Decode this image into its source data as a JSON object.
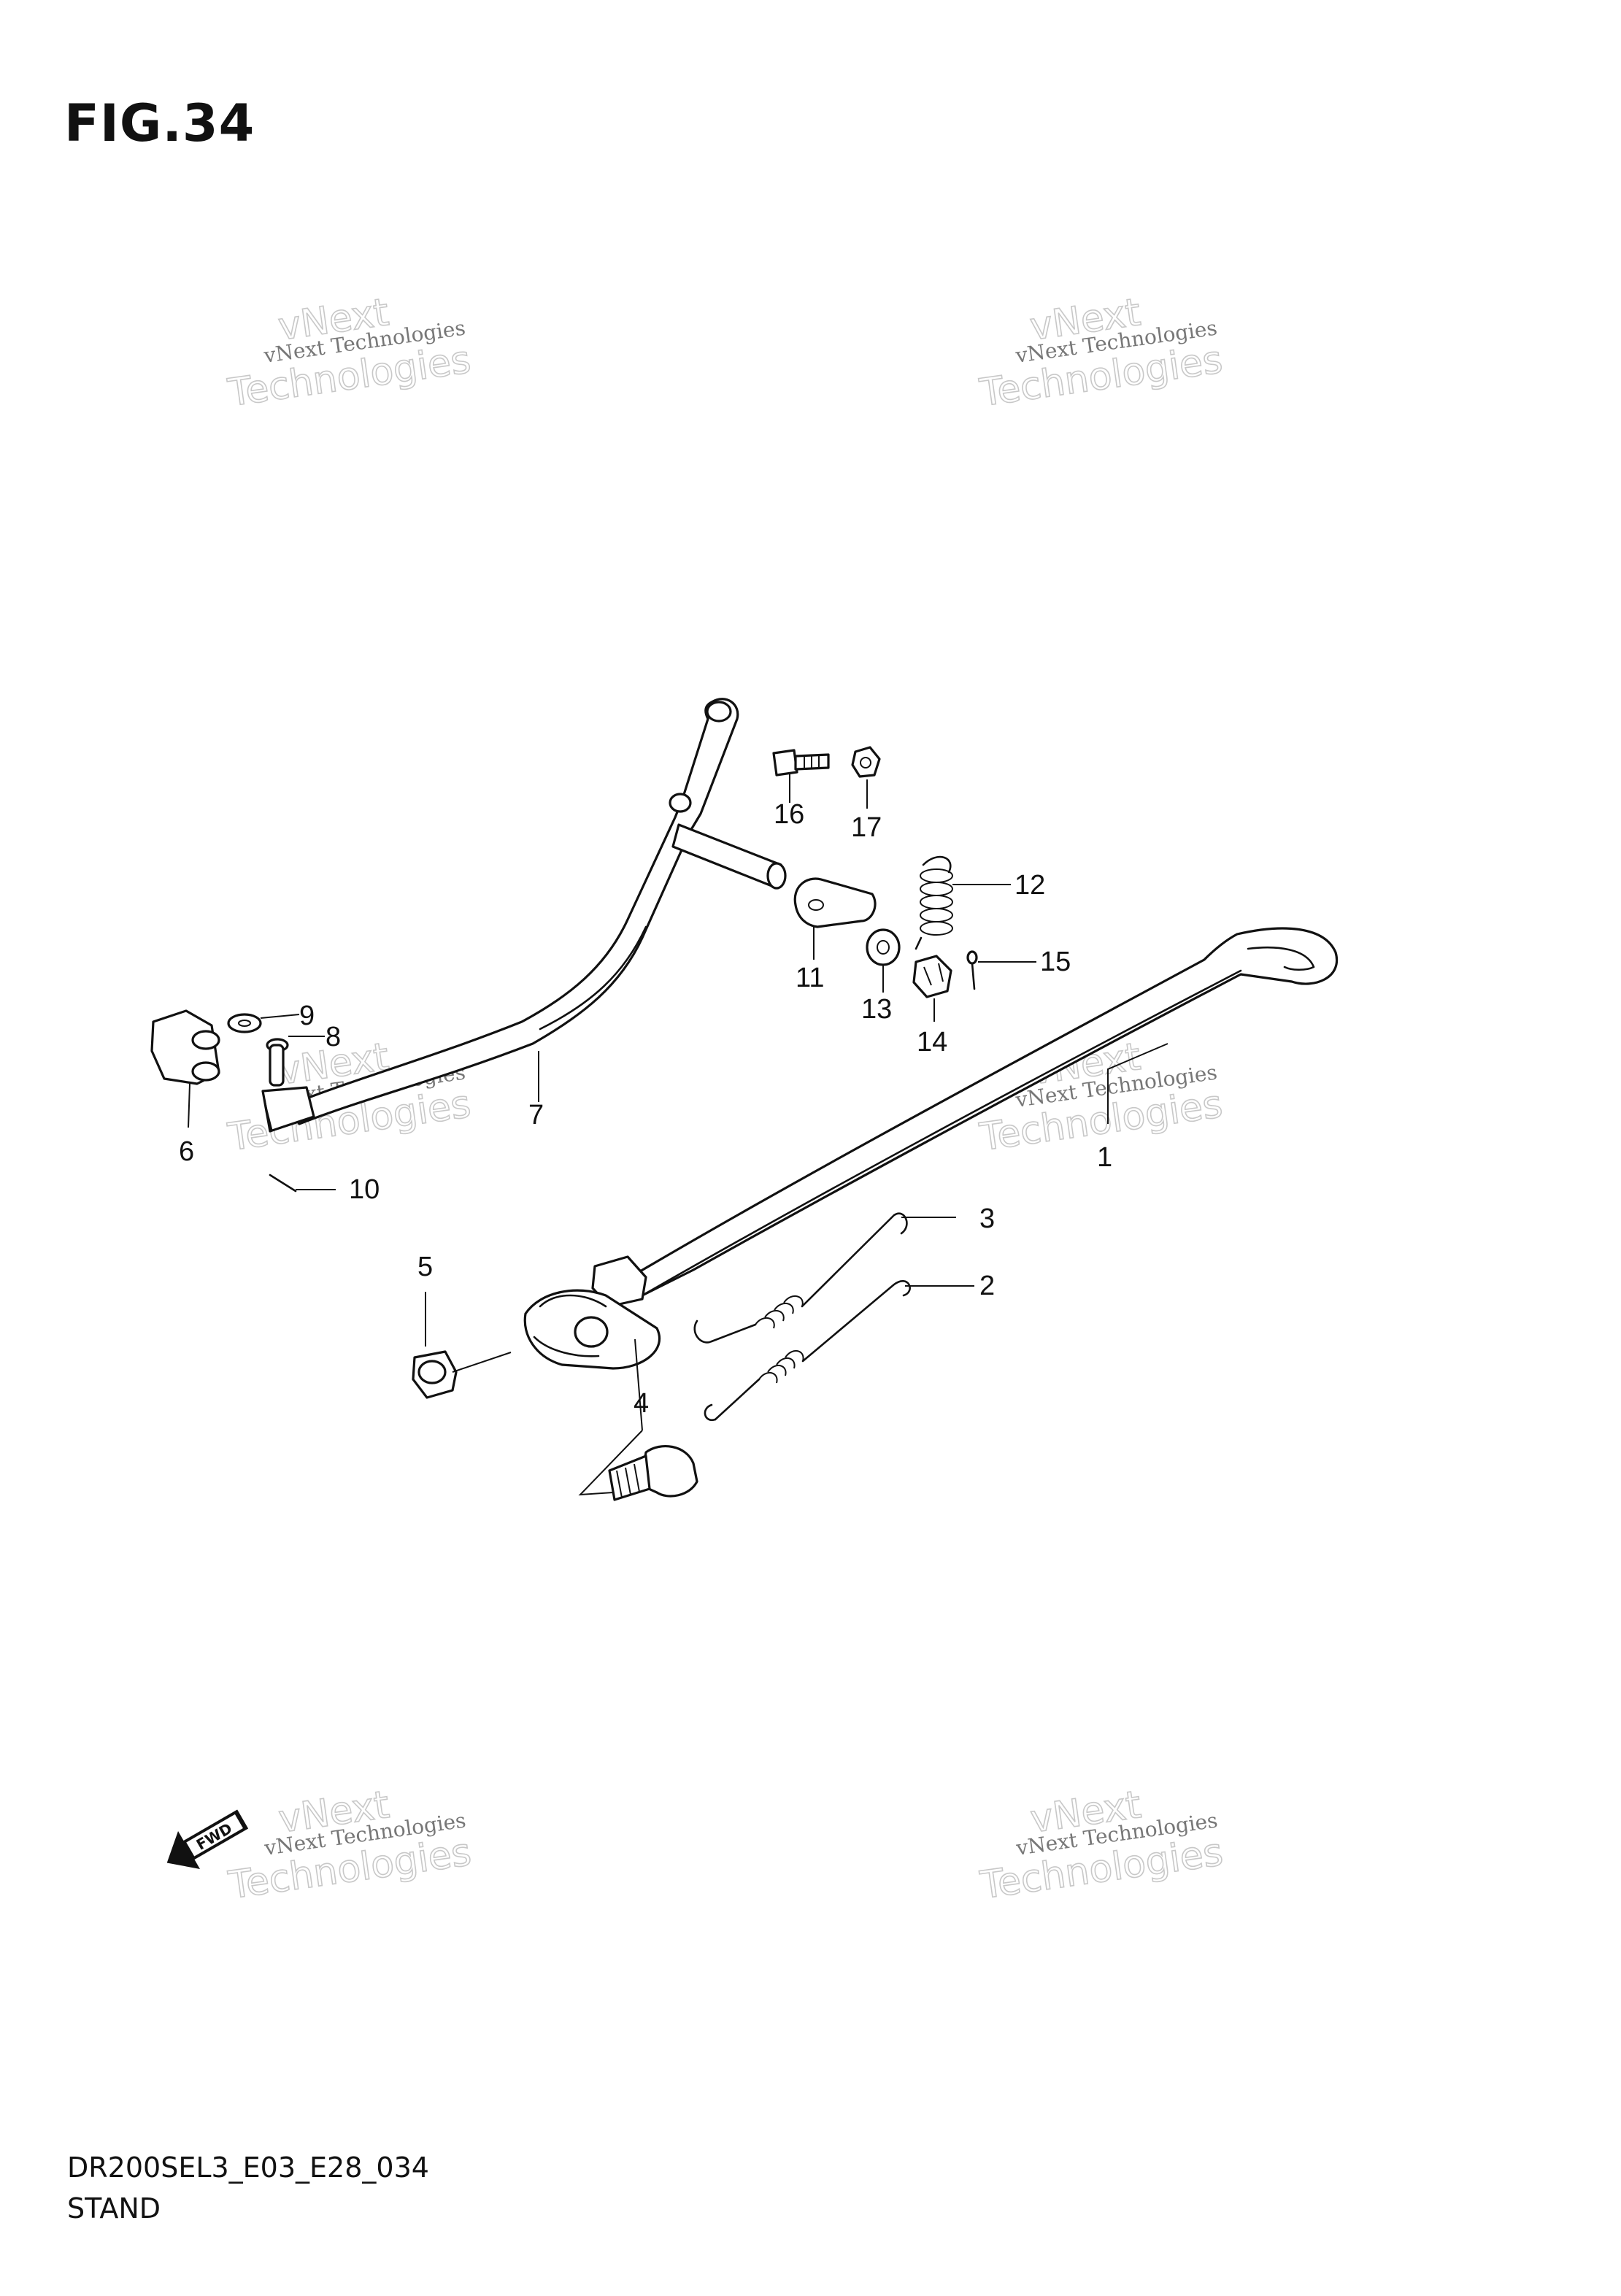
{
  "header": {
    "figure_title": "FIG.34"
  },
  "footer": {
    "model_code": "DR200SEL3_E03_E28_034",
    "section_name": "STAND"
  },
  "watermarks": [
    {
      "line1": "vNext Technologies",
      "line2": "vNext",
      "line3": "Technologies"
    },
    {
      "line1": "vNext Technologies",
      "line2": "vNext",
      "line3": "Technologies"
    },
    {
      "line1": "vNext Technologies",
      "line2": "vNext",
      "line3": "Technologies"
    },
    {
      "line1": "vNext Technologies",
      "line2": "vNext",
      "line3": "Technologies"
    },
    {
      "line1": "vNext Technologies",
      "line2": "vNext",
      "line3": "Technologies"
    },
    {
      "line1": "vNext Technologies",
      "line2": "vNext",
      "line3": "Technologies"
    }
  ],
  "callouts": {
    "c1": "1",
    "c2": "2",
    "c3": "3",
    "c4": "4",
    "c5": "5",
    "c6": "6",
    "c7": "7",
    "c8": "8",
    "c9": "9",
    "c10": "10",
    "c11": "11",
    "c12": "12",
    "c13": "13",
    "c14": "14",
    "c15": "15",
    "c16": "16",
    "c17": "17"
  },
  "fwd_badge": "FWD"
}
